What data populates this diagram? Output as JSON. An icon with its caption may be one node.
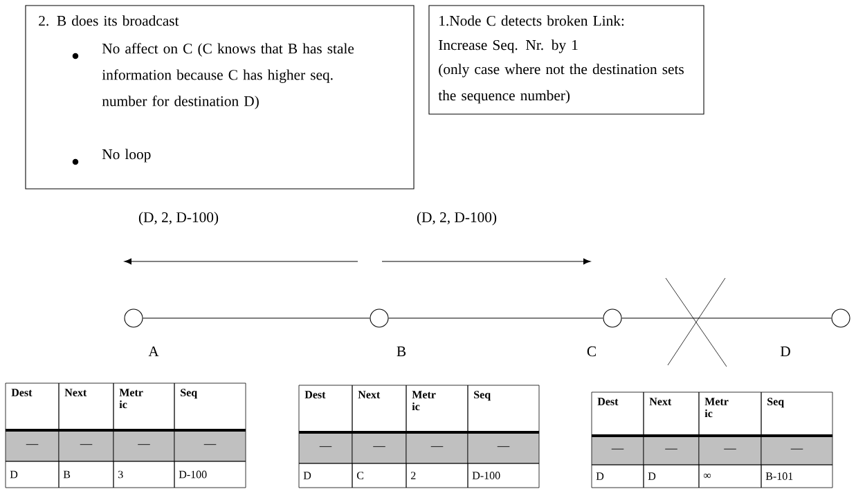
{
  "diagram": {
    "nodes": [
      {
        "text": [
          "2. B does its broadcast",
          "No affect on C  (C knows that B has stale information because C has higher seq. number for destination D)",
          "No loop"
        ]
      },
      {
        "text": [
          "1.Node C detects broken Link:",
          "Increase Seq. Nr. by 1",
          "(only case where not the destination sets the sequence number)"
        ]
      },
      {
        "text": [],
        "shape": "circle",
        "beside": [
          "A"
        ]
      },
      {
        "text": [],
        "shape": "circle",
        "beside": [
          "B"
        ]
      },
      {
        "text": [],
        "shape": "circle",
        "beside": [
          "C"
        ]
      },
      {
        "text": [],
        "shape": "circle",
        "beside": [
          "D"
        ]
      }
    ],
    "edges": [
      {
        "from": 2,
        "to": 3,
        "arrow": "none"
      },
      {
        "from": 3,
        "to": 4,
        "arrow": "none"
      },
      {
        "from": 4,
        "to": 5,
        "arrow": "none"
      }
    ],
    "labels": [
      "(D, 2, D-100)",
      "(D, 2, D-100)",
      "Dest",
      "Next",
      "Metr ic",
      "Seq",
      "—",
      "—",
      "—",
      "—",
      "D",
      "B",
      "3",
      "D-100",
      "Dest",
      "Next",
      "Metr ic",
      "Seq",
      "—",
      "—",
      "—",
      "—",
      "D",
      "C",
      "2",
      "D-100",
      "Dest",
      "Next",
      "Metr ic",
      "Seq",
      "—",
      "—",
      "—",
      "—",
      "D",
      "D",
      "∞",
      "B-101"
    ]
  }
}
